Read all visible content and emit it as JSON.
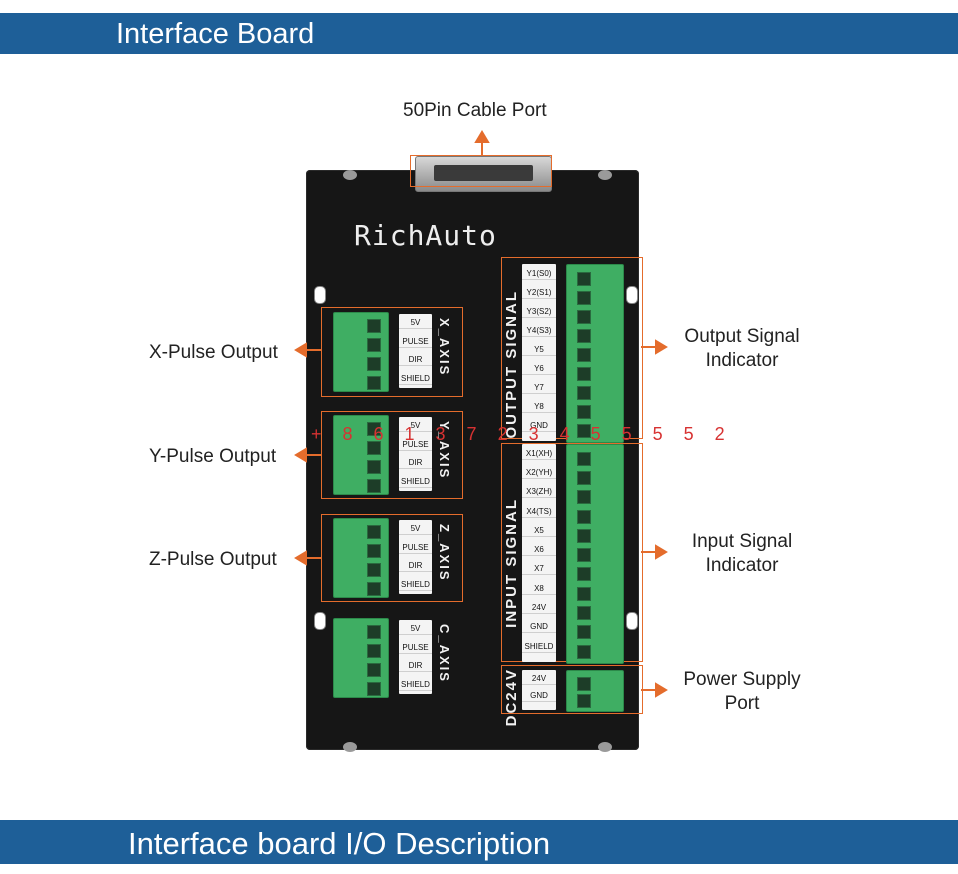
{
  "header": {
    "title": "Interface Board"
  },
  "footer": {
    "title": "Interface board I/O Description"
  },
  "callouts": {
    "cable_port": "50Pin Cable Port",
    "x_pulse": "X-Pulse Output",
    "y_pulse": "Y-Pulse Output",
    "z_pulse": "Z-Pulse Output",
    "output_signal_l1": "Output Signal",
    "output_signal_l2": "Indicator",
    "input_signal_l1": "Input Signal",
    "input_signal_l2": "Indicator",
    "power_l1": "Power Supply",
    "power_l2": "Port"
  },
  "board": {
    "brand": "RichAuto",
    "overlay_numbers": "+ 8 6 1 3 7 2 3 4 5 5 5 5 2",
    "axes": [
      {
        "name": "X_AXIS",
        "pins": [
          "5V",
          "PULSE",
          "DIR",
          "SHIELD"
        ]
      },
      {
        "name": "Y_AXIS",
        "pins": [
          "5V",
          "PULSE",
          "DIR",
          "SHIELD"
        ]
      },
      {
        "name": "Z_AXIS",
        "pins": [
          "5V",
          "PULSE",
          "DIR",
          "SHIELD"
        ]
      },
      {
        "name": "C_AXIS",
        "pins": [
          "5V",
          "PULSE",
          "DIR",
          "SHIELD"
        ]
      }
    ],
    "output_signal": {
      "name": "OUTPUT SIGNAL",
      "pins": [
        "Y1(S0)",
        "Y2(S1)",
        "Y3(S2)",
        "Y4(S3)",
        "Y5",
        "Y6",
        "Y7",
        "Y8",
        "GND"
      ]
    },
    "input_signal": {
      "name": "INPUT SIGNAL",
      "pins": [
        "X1(XH)",
        "X2(YH)",
        "X3(ZH)",
        "X4(TS)",
        "X5",
        "X6",
        "X7",
        "X8",
        "24V",
        "GND",
        "SHIELD"
      ]
    },
    "power": {
      "name": "DC24V",
      "pins": [
        "24V",
        "GND"
      ]
    }
  },
  "colors": {
    "banner": "#1e5f98",
    "accent": "#e46c2c",
    "terminal": "#3fae63",
    "overlay": "#d73232"
  }
}
